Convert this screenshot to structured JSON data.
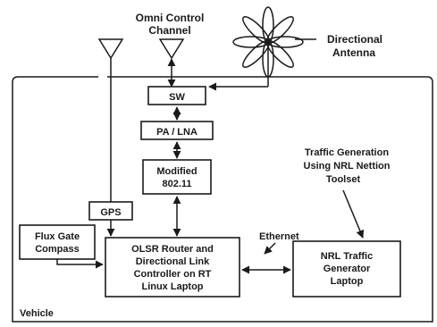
{
  "labels": {
    "omni_line1": "Omni Control",
    "omni_line2": "Channel",
    "directional_line1": "Directional",
    "directional_line2": "Antenna",
    "sw": "SW",
    "pa_lna": "PA / LNA",
    "modified_line1": "Modified",
    "modified_line2": "802.11",
    "gps": "GPS",
    "flux_line1": "Flux Gate",
    "flux_line2": "Compass",
    "olsr_line1": "OLSR Router and",
    "olsr_line2": "Directional Link",
    "olsr_line3": "Controller on RT",
    "olsr_line4": "Linux Laptop",
    "ethernet": "Ethernet",
    "nrl_line1": "NRL Traffic",
    "nrl_line2": "Generator",
    "nrl_line3": "Laptop",
    "traffic_line1": "Traffic Generation",
    "traffic_line2": "Using NRL Nettion",
    "traffic_line3": "Toolset",
    "vehicle": "Vehicle"
  },
  "colors": {
    "ink": "#1a1a1a",
    "background": "#ffffff"
  }
}
